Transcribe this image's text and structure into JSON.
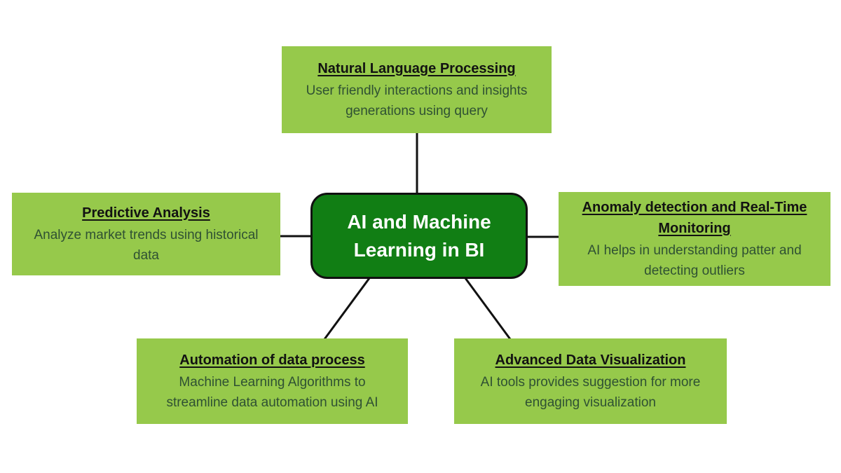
{
  "colors": {
    "canvas_bg": "#ffffff",
    "box_bg": "#96c94b",
    "center_bg": "#117e14",
    "center_text": "#ffffff",
    "heading_color": "#121212",
    "body_color": "#2f5133",
    "line_color": "#111111"
  },
  "center": {
    "title": "AI and Machine Learning in BI"
  },
  "nodes": [
    {
      "id": "natural-language-processing",
      "title": "Natural Language Processing",
      "body": "User friendly interactions and insights generations using query"
    },
    {
      "id": "predictive-analysis",
      "title": "Predictive Analysis",
      "body": "Analyze market trends using historical data"
    },
    {
      "id": "anomaly-detection",
      "title": "Anomaly detection and Real-Time Monitoring",
      "body": "AI helps in understanding patter and detecting outliers"
    },
    {
      "id": "automation-of-data-process",
      "title": "Automation of data process",
      "body": "Machine Learning Algorithms to streamline data automation using AI"
    },
    {
      "id": "advanced-data-visualization",
      "title": "Advanced Data Visualization",
      "body": "AI tools provides suggestion for more engaging visualization"
    }
  ]
}
